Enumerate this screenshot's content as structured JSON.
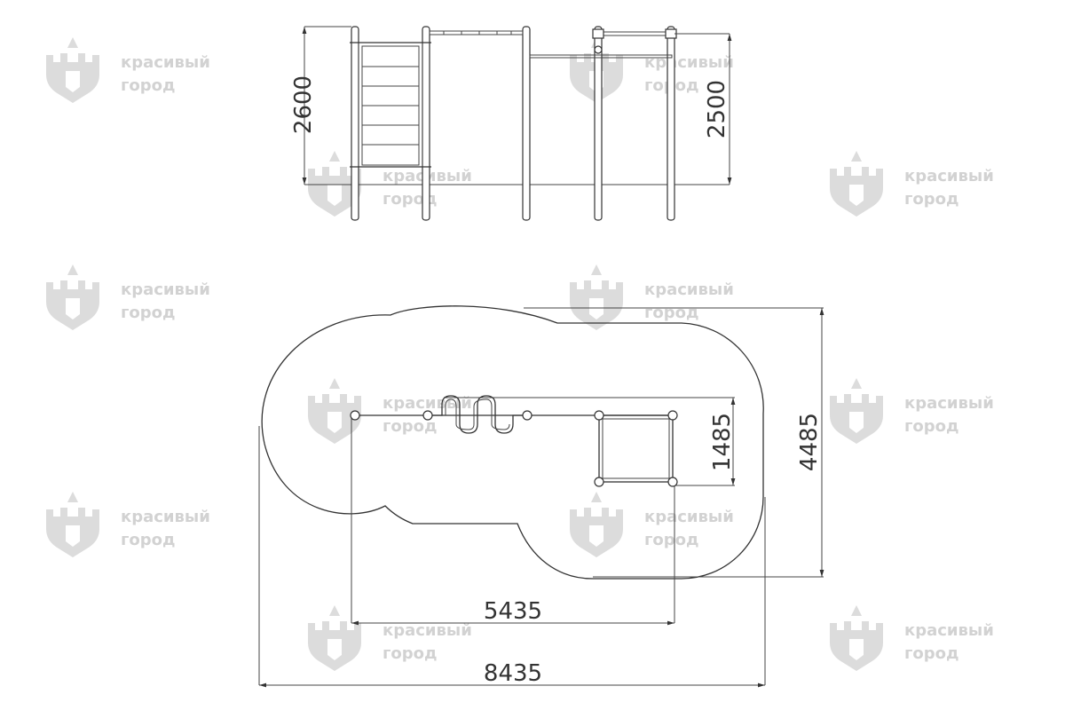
{
  "watermark": {
    "line1": "красивый",
    "line2": "город"
  },
  "dimensions": {
    "front_left_height": "2600",
    "front_right_height": "2500",
    "plan_inner_depth": "1485",
    "plan_total_depth": "4485",
    "plan_inner_length": "5435",
    "plan_total_length": "8435"
  }
}
